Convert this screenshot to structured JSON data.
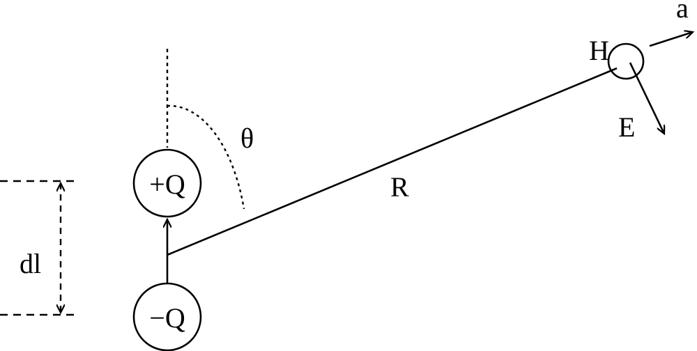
{
  "labels": {
    "plus_charge": "+Q",
    "minus_charge": "−Q",
    "length": "dl",
    "angle": "θ",
    "distance": "R",
    "magnetic": "H",
    "electric": "E",
    "direction": "a"
  },
  "colors": {
    "stroke": "#000000",
    "background": "#ffffff"
  }
}
